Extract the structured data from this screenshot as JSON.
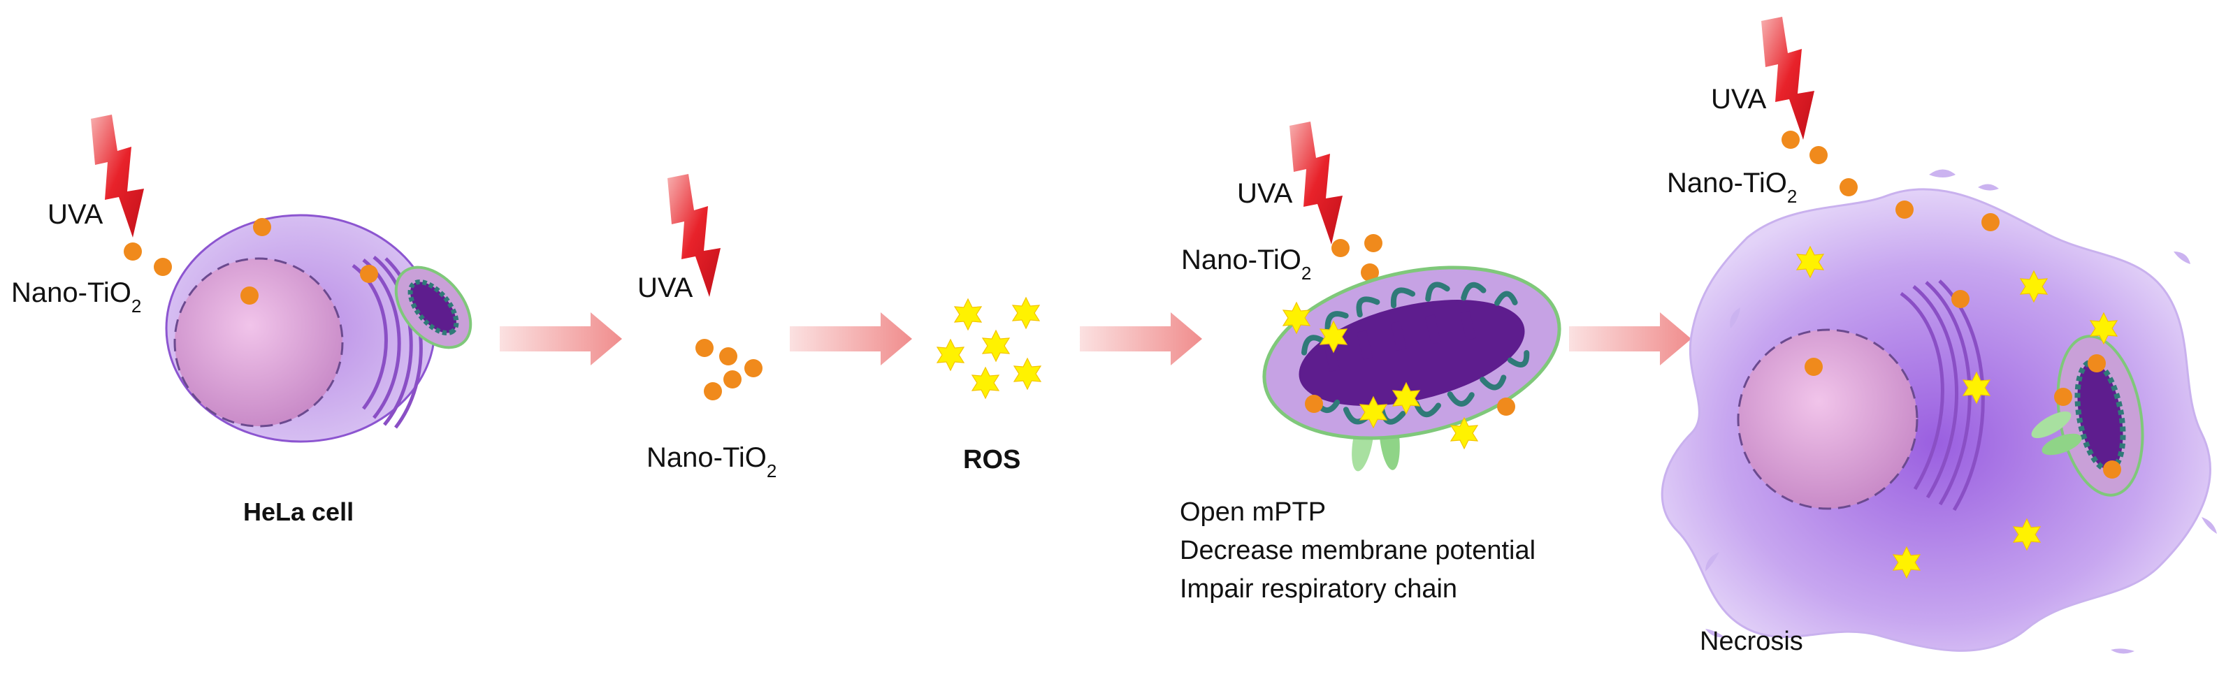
{
  "panel1": {
    "uva": "UVA",
    "nano_base": "Nano-TiO",
    "nano_sub": "2",
    "caption": "HeLa cell"
  },
  "panel2": {
    "uva": "UVA",
    "nano_base": "Nano-TiO",
    "nano_sub": "2"
  },
  "panel3": {
    "caption": "ROS"
  },
  "panel4": {
    "uva": "UVA",
    "nano_base": "Nano-TiO",
    "nano_sub": "2",
    "effects": [
      "Open mPTP",
      "Decrease membrane potential",
      "Impair respiratory chain"
    ]
  },
  "panel5": {
    "uva": "UVA",
    "nano_base": "Nano-TiO",
    "nano_sub": "2",
    "caption": "Necrosis"
  },
  "colors": {
    "lightning": "#e8222a",
    "particle": "#f08a1c",
    "ros_star": "#fff200",
    "arrow": "#f4a0a0",
    "cell_fill": "#c9a8ee",
    "nucleus": "#d9a6d6",
    "mito_outer": "#c9a0d8",
    "mito_matrix": "#6a1f9a",
    "cristae": "#2f7a78",
    "membrane_green": "#7fc87a"
  }
}
